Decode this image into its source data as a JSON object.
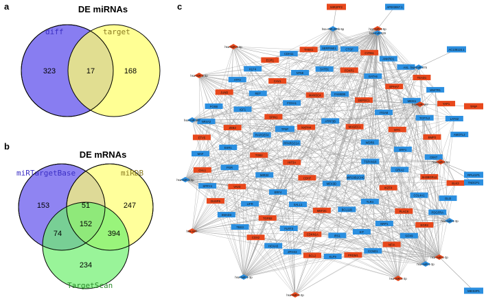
{
  "panels": {
    "a": {
      "letter": "a",
      "title": "DE miRNAs",
      "sets": [
        {
          "label": "diff",
          "color": "#7b6ff0",
          "label_color": "#3a2ec4"
        },
        {
          "label": "target",
          "color": "#ffff70",
          "label_color": "#8a7a20"
        }
      ],
      "regions": {
        "a_only": "323",
        "ab": "17",
        "b_only": "168"
      }
    },
    "b": {
      "letter": "b",
      "title": "DE mRNAs",
      "sets": [
        {
          "label": "miRTargetBase",
          "color": "#7b6ff0",
          "label_color": "#3a2ec4"
        },
        {
          "label": "miRDB",
          "color": "#ffff70",
          "label_color": "#8a7a20"
        },
        {
          "label": "TargetScan",
          "color": "#6ef06e",
          "label_color": "#2a8a2a"
        }
      ],
      "regions": {
        "a_only": "153",
        "b_only": "247",
        "c_only": "234",
        "ab": "51",
        "ac": "74",
        "bc": "394",
        "abc": "152"
      }
    },
    "c": {
      "letter": "c",
      "colors": {
        "up": "#e8481c",
        "down": "#2b8fe0",
        "edge": "#9a9a9a"
      },
      "mirnas": [
        {
          "label": "hsa-miR-1-5p"
        },
        {
          "label": "hsa-miR-200b-5p"
        },
        {
          "label": "hsa-miR-1-3p"
        },
        {
          "label": "hsa-miR-129"
        },
        {
          "label": "hsa-miR-1-3p"
        },
        {
          "label": "hsa-miR-375"
        },
        {
          "label": "hsa-miR-147"
        },
        {
          "label": "hsa-miR-187"
        },
        {
          "label": "hsa-miR-1-5p"
        },
        {
          "label": "hsa-miR-1-3p"
        },
        {
          "label": "hsa-miR-"
        },
        {
          "label": "hsa-miR-1-3p"
        },
        {
          "label": "hsa-miR-1-3p"
        },
        {
          "label": "hsa-miR-1-3p"
        },
        {
          "label": "hsa-miR-1-3p"
        },
        {
          "label": "hsa-miR-1-3p"
        },
        {
          "label": "hsa-miR-1-3p"
        }
      ],
      "outer_genes": [
        {
          "label": "MIR2PF2"
        },
        {
          "label": "AP003067.1"
        },
        {
          "label": "AC136124.1"
        },
        {
          "label": "TP5P"
        },
        {
          "label": "TP5P"
        },
        {
          "label": "RPL41P1"
        },
        {
          "label": "TNDCP1"
        },
        {
          "label": "MEIS3P1"
        }
      ],
      "inner_genes": [
        {
          "label": "TSPAN18",
          "up": false
        },
        {
          "label": "MIR29B2CHG",
          "up": false
        },
        {
          "label": "MEX3D",
          "up": false
        },
        {
          "label": "CDH7",
          "up": true
        },
        {
          "label": "HIF3A",
          "up": true
        },
        {
          "label": "PPARGC1A",
          "up": false
        },
        {
          "label": "NXPH4",
          "up": true
        },
        {
          "label": "ATPF3B",
          "up": false
        },
        {
          "label": "MAGEC1",
          "up": true
        },
        {
          "label": "WDR6",
          "up": false
        },
        {
          "label": "GRIA2",
          "up": false
        },
        {
          "label": "IKZF4",
          "up": true
        },
        {
          "label": "TLR4",
          "up": false
        },
        {
          "label": "BCL11B",
          "up": false
        },
        {
          "label": "MEF2C",
          "up": true
        },
        {
          "label": "SALL1",
          "up": false
        },
        {
          "label": "ERF4",
          "up": false
        },
        {
          "label": "MIR22",
          "up": false
        },
        {
          "label": "TOB2",
          "up": true
        },
        {
          "label": "RAPGEF4",
          "up": false
        },
        {
          "label": "SPIN1",
          "up": true
        },
        {
          "label": "FOXA1",
          "up": false
        },
        {
          "label": "MANSC4",
          "up": true
        },
        {
          "label": "FAM83B",
          "up": false
        },
        {
          "label": "DEPDC1",
          "up": true
        },
        {
          "label": "ITGA8",
          "up": false
        },
        {
          "label": "MYC",
          "up": true
        },
        {
          "label": "ERF1",
          "up": false
        },
        {
          "label": "SH3BGRL2",
          "up": true
        },
        {
          "label": "COL4A1",
          "up": false
        },
        {
          "label": "PLAC8",
          "up": true
        },
        {
          "label": "NRP1",
          "up": false
        },
        {
          "label": "KIT",
          "up": false
        },
        {
          "label": "IRS1",
          "up": false
        },
        {
          "label": "CDKN1A",
          "up": true
        },
        {
          "label": "FLRT3",
          "up": false
        },
        {
          "label": "TGFB2",
          "up": true
        },
        {
          "label": "LIFR",
          "up": false
        },
        {
          "label": "VAV3",
          "up": true
        },
        {
          "label": "PGR",
          "up": false
        },
        {
          "label": "ESR1",
          "up": false
        },
        {
          "label": "ZEB2",
          "up": true
        },
        {
          "label": "IGF1",
          "up": false
        },
        {
          "label": "RET",
          "up": false
        },
        {
          "label": "CAV1",
          "up": true
        },
        {
          "label": "NT5E",
          "up": false
        },
        {
          "label": "SATB1",
          "up": false
        },
        {
          "label": "FOXP1",
          "up": true
        },
        {
          "label": "GATA6",
          "up": false
        },
        {
          "label": "EPHA7",
          "up": true
        },
        {
          "label": "MEIS1",
          "up": false
        },
        {
          "label": "TCF7L2",
          "up": false
        },
        {
          "label": "BMP2",
          "up": true
        },
        {
          "label": "CBX7",
          "up": false
        },
        {
          "label": "ELK3",
          "up": true
        },
        {
          "label": "GLI3",
          "up": false
        },
        {
          "label": "PDGFRA",
          "up": false
        },
        {
          "label": "EGR2",
          "up": true
        },
        {
          "label": "SOX9",
          "up": false
        },
        {
          "label": "NFIA",
          "up": true
        },
        {
          "label": "CCND1",
          "up": false
        },
        {
          "label": "PRDM1",
          "up": true
        },
        {
          "label": "KLF9",
          "up": false
        },
        {
          "label": "BCL2",
          "up": true
        },
        {
          "label": "ZFHX3",
          "up": false
        },
        {
          "label": "HOXA5",
          "up": false
        },
        {
          "label": "CDX2",
          "up": true
        },
        {
          "label": "TBX3",
          "up": false
        },
        {
          "label": "SMAD3",
          "up": false
        },
        {
          "label": "DUSP6",
          "up": true
        },
        {
          "label": "SPRY4",
          "up": false
        },
        {
          "label": "CHL1",
          "up": true
        },
        {
          "label": "MAF",
          "up": false
        },
        {
          "label": "ETV5",
          "up": true
        },
        {
          "label": "NR4A2",
          "up": false
        },
        {
          "label": "FOSB",
          "up": false
        },
        {
          "label": "JUNB",
          "up": true
        },
        {
          "label": "ATF3",
          "up": false
        },
        {
          "label": "KLF4",
          "up": false
        },
        {
          "label": "EGR1",
          "up": true
        },
        {
          "label": "CDH11",
          "up": false
        },
        {
          "label": "THBS1",
          "up": true
        },
        {
          "label": "SERPINE1",
          "up": false
        },
        {
          "label": "CTGF",
          "up": false
        },
        {
          "label": "CYR61",
          "up": true
        },
        {
          "label": "ANKRD1",
          "up": false
        },
        {
          "label": "AXL",
          "up": false
        },
        {
          "label": "TEAD1",
          "up": true
        },
        {
          "label": "WWTR1",
          "up": false
        },
        {
          "label": "YAP1",
          "up": true
        },
        {
          "label": "LATS2",
          "up": false
        },
        {
          "label": "AMOTL2",
          "up": false
        }
      ]
    }
  }
}
